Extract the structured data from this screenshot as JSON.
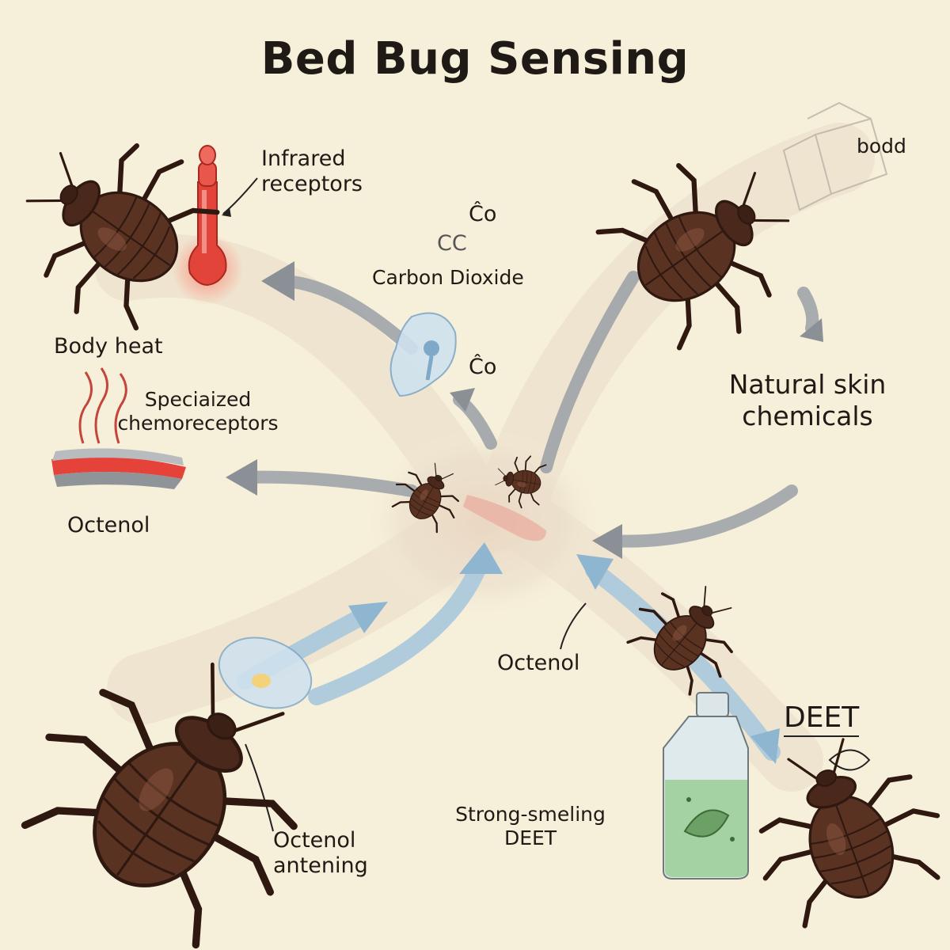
{
  "title": "Bed Bug Sensing",
  "labels": {
    "infrared_line1": "Infrared",
    "infrared_line2": "receptors",
    "carbon_dioxide": "Carbon Dioxide",
    "co2_glyph_top": "Ĉo",
    "co2_glyph_cc": "CC",
    "co2_glyph_mid": "Ĉo",
    "bodd": "bodd",
    "body_heat": "Body heat",
    "specialized_line1": "Speciaized",
    "specialized_line2": "chemoreceptors",
    "octenol_left": "Octenol",
    "natural_line1": "Natural skin",
    "natural_line2": "chemicals",
    "octenol_center": "Octenol",
    "deet_heading": "DEET",
    "strong_line1": "Strong-smeling",
    "strong_line2": "DEET",
    "antenna_line1": "Octenol",
    "antenna_line2": "antening"
  },
  "colors": {
    "background": "#f6efd9",
    "bug_body": "#5a3222",
    "bug_dark": "#2e1810",
    "arrow_grey": "#8b9096",
    "arrow_blue": "#9dbfd6",
    "thermometer_red": "#e2443a",
    "bottle_liquid": "#9fcf9a"
  }
}
